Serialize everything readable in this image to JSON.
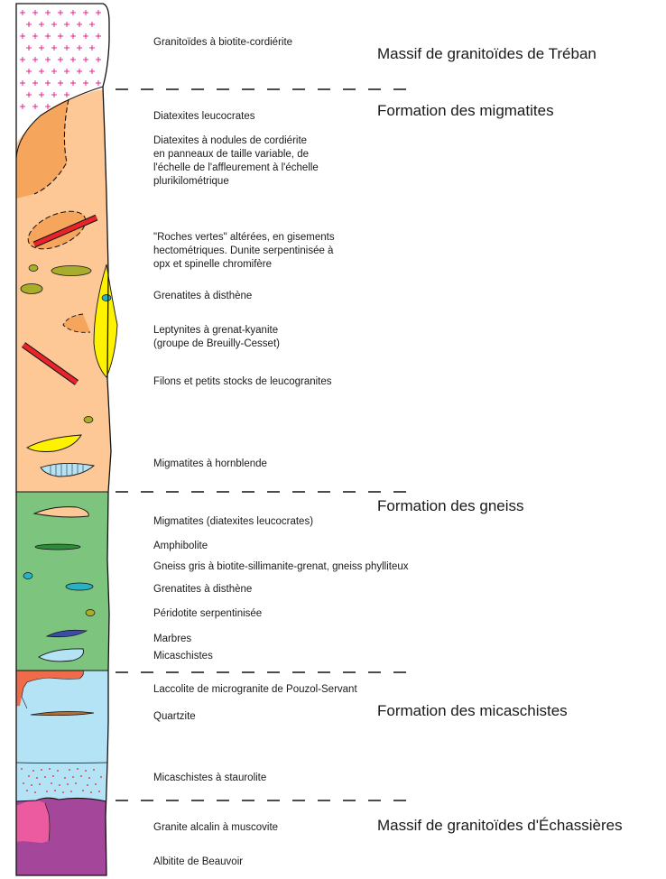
{
  "formations": [
    {
      "name": "Massif de granitoïdes de Tréban"
    },
    {
      "name": "Formation des migmatites"
    },
    {
      "name": "Formation des gneiss"
    },
    {
      "name": "Formation des micaschistes"
    },
    {
      "name": "Massif de granitoïdes d'Échassières"
    }
  ],
  "lithologies": [
    "Granitoïdes à biotite-cordiérite",
    "Diatexites leucocrates",
    "Diatexites à nodules de cordiérite\nen panneaux de taille variable, de\nl'échelle de l'affleurement à l'échelle\nplurikilométrique",
    "\"Roches vertes\" altérées, en gisements\nhectométriques. Dunite serpentinisée à\nopx et spinelle chromifère",
    "Grenatites à disthène",
    "Leptynites à grenat-kyanite\n(groupe de Breuilly-Cesset)",
    "Filons et petits stocks de leucogranites",
    "Migmatites à hornblende",
    "Migmatites (diatexites leucocrates)",
    "Amphibolite",
    "Gneiss gris à biotite-sillimanite-grenat, gneiss phylliteux",
    "Grenatites à disthène",
    "Péridotite serpentinisée",
    "Marbres",
    "Micaschistes",
    "Laccolite de microgranite de Pouzol-Servant",
    "Quartzite",
    "Micaschistes à staurolite",
    "Granite alcalin à muscovite",
    "Albitite de Beauvoir"
  ],
  "colors": {
    "treban_granitoid": "#ffffff",
    "granitoid_cross": "#e0157f",
    "migmatite": "#fdc896",
    "diatexite_leucocrate": "#f6a55c",
    "green_rock": "#e8232a",
    "grenatite": "#a8ad2a",
    "leptynite": "#fff200",
    "disthene_dot": "#27b3c5",
    "gneiss": "#7dc47e",
    "amphibolite": "#2f8a3c",
    "marble": "#3c4ba5",
    "micaschist": "#b5e3f6",
    "laccolith": "#ef6c4a",
    "quartzite": "#b86d2a",
    "staurolite_dot": "#e31e24",
    "granite_alcalin": "#a4479b",
    "albitite": "#ec5b9f",
    "outline": "#111111"
  }
}
